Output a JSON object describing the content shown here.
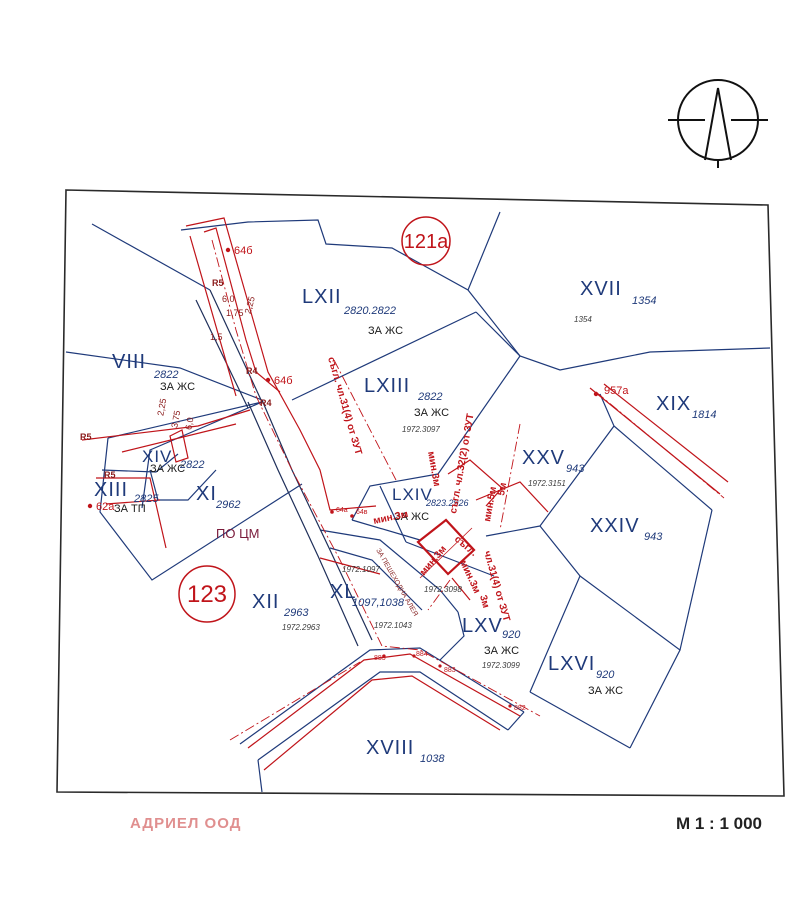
{
  "company": "АДРИЕЛ ООД",
  "scale": "М 1 : 1 000",
  "blocks": [
    {
      "id": "b121a",
      "label": "121а"
    },
    {
      "id": "b123",
      "label": "123"
    }
  ],
  "plots": [
    {
      "id": "lxii",
      "num": "LXII",
      "sub": "2820.2822",
      "use": "ЗА ЖС",
      "ref": ""
    },
    {
      "id": "xvii",
      "num": "XVII",
      "sub": "1354",
      "use": "",
      "ref": "1354"
    },
    {
      "id": "viii",
      "num": "VIII",
      "sub": "2822",
      "use": "ЗА ЖС",
      "ref": ""
    },
    {
      "id": "lxiii",
      "num": "LXIII",
      "sub": "2822",
      "use": "ЗА ЖС",
      "ref": "1972.3097"
    },
    {
      "id": "xix",
      "num": "XIX",
      "sub": "1814",
      "use": "",
      "ref": ""
    },
    {
      "id": "xiv",
      "num": "XIV",
      "sub": "2822",
      "use": "ЗА ЖС",
      "ref": ""
    },
    {
      "id": "xxv",
      "num": "XXV",
      "sub": "943",
      "use": "",
      "ref": "1972.3151"
    },
    {
      "id": "xiii",
      "num": "XIII",
      "sub": "2825",
      "use": "ЗА ТП",
      "ref": ""
    },
    {
      "id": "xi",
      "num": "XI",
      "sub": "2962",
      "use": "ПО ЦМ",
      "ref": ""
    },
    {
      "id": "lxiv",
      "num": "LXIV",
      "sub": "2823.2926",
      "use": "ЗА ЖС",
      "ref": "1972.3098"
    },
    {
      "id": "xxiv",
      "num": "XXIV",
      "sub": "943",
      "use": "",
      "ref": ""
    },
    {
      "id": "xii",
      "num": "XII",
      "sub": "2963",
      "use": "",
      "ref": "1972.2963"
    },
    {
      "id": "xl",
      "num": "XL",
      "sub": "1097,1038",
      "use": "",
      "ref": "1972.1043"
    },
    {
      "id": "lxv",
      "num": "LXV",
      "sub": "920",
      "use": "ЗА ЖС",
      "ref": "1972.3099"
    },
    {
      "id": "lxvi",
      "num": "LXVI",
      "sub": "920",
      "use": "ЗА ЖС",
      "ref": ""
    },
    {
      "id": "xviii",
      "num": "XVIII",
      "sub": "1038",
      "use": "",
      "ref": ""
    }
  ],
  "points": {
    "p64b_top": "64б",
    "p64b_mid": "64б",
    "p957a": "957а",
    "p62a": "62а",
    "p64a": "64а",
    "p64v": "64в",
    "p885": "885",
    "p884": "884",
    "p883": "883",
    "p882": "882",
    "r5a": "R5",
    "r4a": "R4",
    "r4b": "R4",
    "r5b": "R5",
    "r5c": "R5"
  },
  "refs_extra": {
    "r1097": "1972.1097"
  },
  "dimensions": {
    "d1": "6,0",
    "d2": "1,75",
    "d3": "2,25",
    "d4": "1,5",
    "d5": "6,0",
    "d6": "2,25",
    "d7": "3,75"
  },
  "notes": {
    "n1": "съгл. чл.31(4) от ЗУТ",
    "n2": "съгл. чл.32(2) от ЗУТ",
    "n3": "чл.31(4) от ЗУТ",
    "n4": "мин.3м",
    "n5": "мин.3м",
    "n6": "мин.5м",
    "n7": "5м",
    "n8": "мин.3м",
    "n9": "мин.3м",
    "n10": "3м",
    "n11": "съгл.",
    "n12": "ЗА ПЕШЕХОДНА АЛЕЯ"
  }
}
